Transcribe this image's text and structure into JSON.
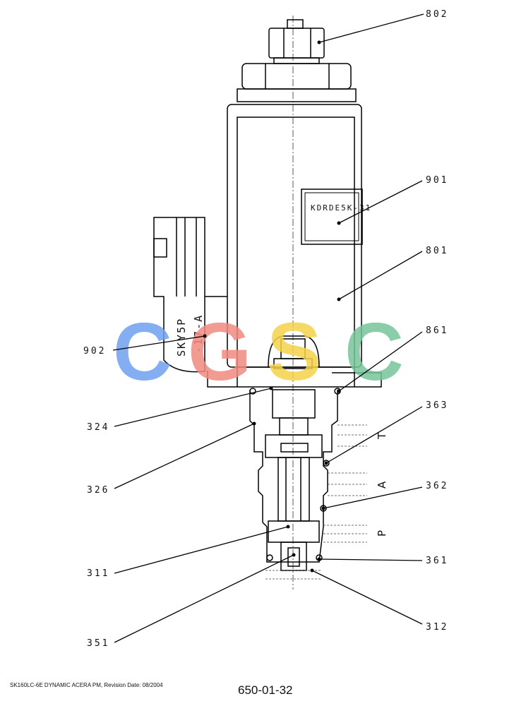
{
  "diagram": {
    "part_labels": {
      "p802": "802",
      "p901": "901",
      "p801": "801",
      "p861": "861",
      "p902": "902",
      "p324": "324",
      "p363": "363",
      "p326": "326",
      "p362": "362",
      "p311": "311",
      "p361": "361",
      "p312": "312",
      "p351": "351"
    },
    "nameplate_text": "KDRDE5K-31",
    "body_marking_line1": "SKY5P",
    "body_marking_line2": "-17-A",
    "port_labels": {
      "t": "T",
      "a": "A",
      "p": "P"
    },
    "watermark": {
      "letters": [
        "C",
        "G",
        "S",
        "C"
      ],
      "colors": [
        "#6fa0f0",
        "#f08a80",
        "#f5d24a",
        "#77c59a"
      ]
    }
  },
  "footer": {
    "caption": "SK160LC-6E DYNAMIC ACERA PM, Revision Date: 08/2004",
    "page_number": "650-01-32"
  }
}
